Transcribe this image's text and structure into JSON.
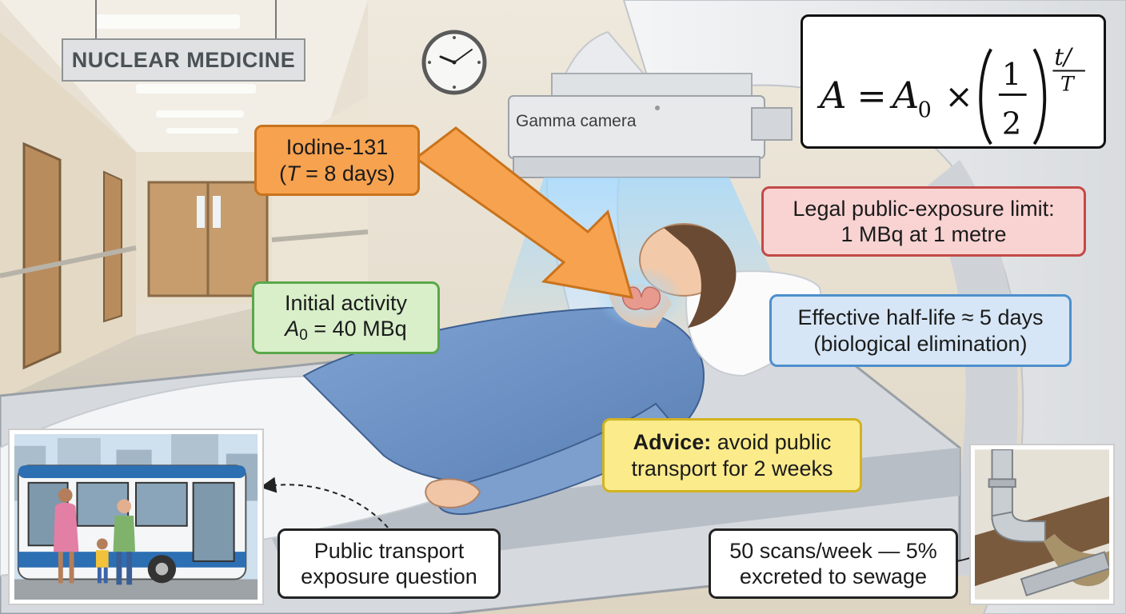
{
  "scene": {
    "sign": "NUCLEAR MEDICINE",
    "camera_label": "Gamma camera"
  },
  "formula": {
    "lhs": "A",
    "equals": "=",
    "a0": "A",
    "a0_sub": "0",
    "times": "×",
    "numerator": "1",
    "denominator": "2",
    "exponent_top": "t/",
    "exponent_bottom": "T"
  },
  "callouts": {
    "isotope": {
      "line1": "Iodine-131",
      "line2_open": "(",
      "line2_var": "T",
      "line2_rest": " = 8 days)"
    },
    "initial_activity": {
      "line1": "Initial activity",
      "symbol": "A",
      "symbol_sub": "0",
      "line2_rest": " = 40 MBq"
    },
    "legal_limit": {
      "line1": "Legal public-exposure limit:",
      "line2": "1 MBq at 1 metre"
    },
    "effective_half_life": {
      "line1": "Effective half-life ≈ 5 days",
      "line2": "(biological elimination)"
    },
    "advice": {
      "bold": "Advice:",
      "line1_rest": " avoid public",
      "line2": "transport for 2 weeks"
    },
    "transport_question": {
      "line1": "Public transport",
      "line2": "exposure question"
    },
    "sewage": {
      "line1": "50 scans/week — 5%",
      "line2": "excreted to sewage"
    }
  },
  "colors": {
    "orange": "#f7a24f",
    "green": "#d8efc9",
    "red": "#f8d3d2",
    "blue": "#d6e6f6",
    "yellow": "#fbeb8b",
    "gown": "#6f95c9",
    "glow": "#8fd0ff"
  },
  "icons": {
    "clock": "wall-clock-icon",
    "bus": "bus-icon",
    "pipe": "sewage-pipe-icon"
  }
}
